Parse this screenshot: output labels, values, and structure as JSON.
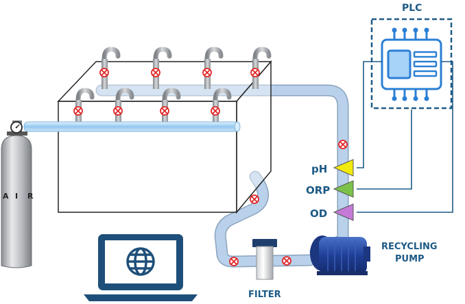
{
  "labels": {
    "plc": "PLC",
    "ph": "pH",
    "orp": "ORP",
    "od": "OD",
    "recycling": "RECYCLING",
    "pump": "PUMP",
    "filter": "FILTER",
    "air_a": "A",
    "air_i": "I",
    "air_r": "R"
  },
  "icons": {
    "controller": "plc-chip-icon",
    "computer": "laptop-globe-icon",
    "gauge": "pressure-gauge-icon",
    "valve": "valve-icon"
  },
  "colors": {
    "label": "#1d5a86",
    "pipe": "#a9c6e3",
    "chip": "#2a7fd4",
    "laptop": "#1e4f7a",
    "sensor_ph": "#f2ea0e",
    "sensor_orp": "#7cc24a",
    "sensor_od": "#c47ad6",
    "valve": "#e12626"
  }
}
